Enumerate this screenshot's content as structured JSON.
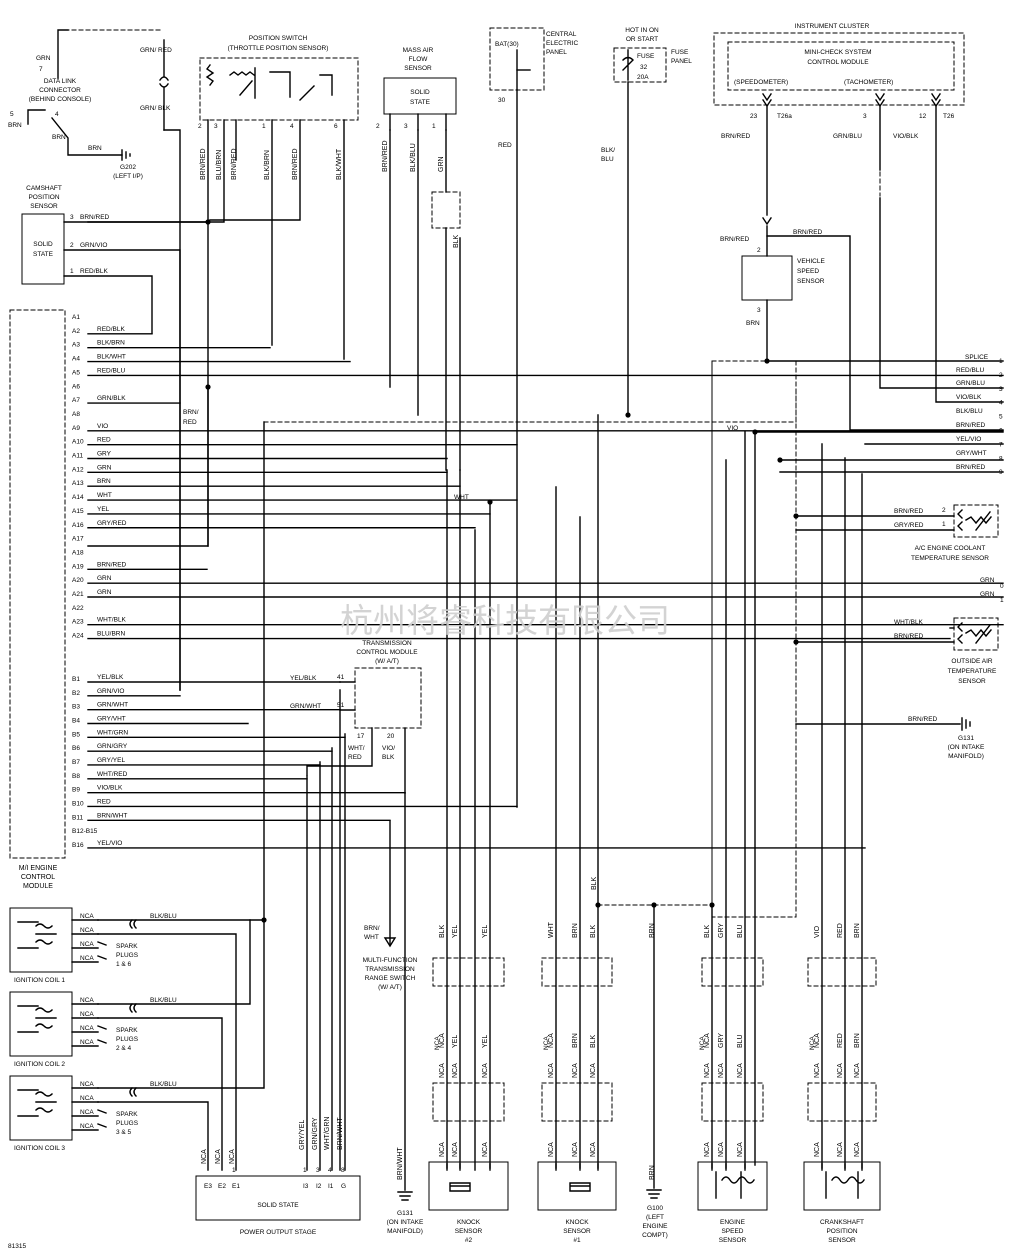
{
  "watermark": "杭州将睿科技有限公司",
  "footer_code": "81315",
  "data_link": {
    "title": "DATA LINK CONNECTOR (BEHIND CONSOLE)",
    "pin7": "7",
    "pin5": "5",
    "pin4": "4",
    "grn": "GRN",
    "brn1": "BRN",
    "brn2": "BRN",
    "brn3": "BRN",
    "ground": "G202 (LEFT I/P)"
  },
  "throttle": {
    "title1": "CLOSED THROTTLE",
    "title2": "POSITION SWITCH",
    "title3": "(THROTTLE POSITION SENSOR)",
    "pins": [
      "2",
      "3",
      "1",
      "4",
      "6"
    ],
    "wires": [
      "BRN/RED",
      "BLU/BRN",
      "BLK/BRN",
      "BRN/RED",
      "BLK/WHT"
    ],
    "extra": "BRN/RED",
    "grn_red": "GRN/ RED",
    "grn_blk": "GRN/ BLK"
  },
  "maf": {
    "title": "MASS AIR FLOW SENSOR",
    "box": "SOLID STATE",
    "pins": [
      "2",
      "3",
      "1"
    ],
    "wires": [
      "BRN/RED",
      "BLK/BLU",
      "GRN"
    ],
    "blk": "BLK"
  },
  "cep": {
    "title": "CENTRAL ELECTRIC PANEL",
    "box": "BAT(30)",
    "pin": "30",
    "wire": "RED"
  },
  "fuse": {
    "title": "HOT IN ON OR START",
    "box1": "FUSE",
    "box2": "32",
    "box3": "20A",
    "panel": "FUSE PANEL",
    "wire": "BLK/ BLU"
  },
  "cluster": {
    "title": "INSTRUMENT CLUSTER",
    "module": "MINI-CHECK SYSTEM CONTROL MODULE",
    "speedo": "(SPEEDOMETER)",
    "tacho": "(TACHOMETER)",
    "pins": [
      "23",
      "3",
      "12"
    ],
    "conn1": "T26a",
    "conn2": "T26",
    "wires": [
      "BRN/RED",
      "GRN/BLU",
      "VIO/BLK"
    ]
  },
  "vss": {
    "title": "VEHICLE SPEED SENSOR",
    "pin2": "2",
    "pin3": "3",
    "w1": "BRN/RED",
    "w2": "BRN/RED",
    "w3": "BRN"
  },
  "cam": {
    "title": "CAMSHAFT POSITION SENSOR",
    "box": "SOLID STATE",
    "pins": [
      "3",
      "2",
      "1"
    ],
    "wires": [
      "BRN/RED",
      "GRN/VIO",
      "RED/BLK"
    ]
  },
  "ecm": {
    "title": "M/I ENGINE CONTROL MODULE",
    "pinsA": [
      "A1",
      "A2",
      "A3",
      "A4",
      "A5",
      "A6",
      "A7",
      "A8",
      "A9",
      "A10",
      "A11",
      "A12",
      "A13",
      "A14",
      "A15",
      "A16",
      "A17",
      "A18",
      "A19",
      "A20",
      "A21",
      "A22",
      "A23",
      "A24"
    ],
    "wiresA": [
      "",
      "RED/BLK",
      "BLK/BRN",
      "BLK/WHT",
      "RED/BLU",
      "",
      "GRN/BLK",
      "",
      "VIO",
      "RED",
      "GRY",
      "GRN",
      "BRN",
      "WHT",
      "YEL",
      "GRY/RED",
      "",
      "",
      "BRN/RED",
      "GRN",
      "GRN",
      "",
      "WHT/BLK",
      "BLU/BRN"
    ],
    "pinsB": [
      "B1",
      "B2",
      "B3",
      "B4",
      "B5",
      "B6",
      "B7",
      "B8",
      "B9",
      "B10",
      "B11",
      "B12-B15",
      "B16"
    ],
    "wiresB": [
      "YEL/BLK",
      "GRN/VIO",
      "GRN/WHT",
      "GRY/VHT",
      "WHT/GRN",
      "GRN/GRY",
      "GRY/YEL",
      "WHT/RED",
      "VIO/BLK",
      "RED",
      "BRN/WHT",
      "",
      "YEL/VIO"
    ],
    "brnred": "BRN/ RED"
  },
  "splice": {
    "title": "SPLICE",
    "labels": [
      "RED/BLU",
      "GRN/BLU",
      "VIO/BLK",
      "BLK/BLU",
      "BRN/RED",
      "YEL/VIO",
      "GRY/WHT",
      "BRN/RED"
    ],
    "nums": [
      "1",
      "2",
      "3",
      "4",
      "5",
      "6",
      "7",
      "8",
      "9"
    ],
    "vio": "VIO",
    "wht": "WHT"
  },
  "ac_temp": {
    "title": "A/C ENGINE COOLANT TEMPERATURE SENSOR",
    "w1": "BRN/RED",
    "w2": "GRY/RED",
    "p1": "2",
    "p2": "1"
  },
  "right_grn": {
    "w1": "GRN",
    "w2": "GRN",
    "n1": "0",
    "n2": "1"
  },
  "air_temp": {
    "title": "OUTSIDE AIR TEMPERATURE SENSOR",
    "w1": "WHT/BLK",
    "w2": "BRN/RED"
  },
  "g131_right": {
    "label": "G131 (ON INTAKE MANIFOLD)",
    "wire": "BRN/RED"
  },
  "tcm": {
    "title": "TRANSMISSION CONTROL MODULE (W/ A/T)",
    "p41": "41",
    "p51": "51",
    "p17": "17",
    "p20": "20",
    "w41": "YEL/BLK",
    "w51": "GRN/WHT",
    "w17": "WHT/ RED",
    "w20": "VIO/ BLK"
  },
  "mfs": {
    "title": "MULTI-FUNCTION TRANSMISSION RANGE SWITCH (W/ A/T)",
    "wire": "BRN/ WHT"
  },
  "coils": [
    {
      "name": "IGNITION COIL 1",
      "plugs": "SPARK PLUGS 1 & 6",
      "wire": "BLK/BLU"
    },
    {
      "name": "IGNITION COIL 2",
      "plugs": "SPARK PLUGS 2 & 4",
      "wire": "BLK/BLU"
    },
    {
      "name": "IGNITION COIL 3",
      "plugs": "SPARK PLUGS 3 & 5",
      "wire": "BLK/BLU"
    }
  ],
  "nca": "NCA",
  "pos": {
    "title": "POWER OUTPUT STAGE",
    "box": "SOLID STATE",
    "pins": [
      "E3",
      "E2",
      "E1",
      "I3",
      "I2",
      "I1",
      "G"
    ],
    "wires": [
      "GRY/YEL",
      "GRN/GRY",
      "WHT/GRN",
      "BRN/WHT"
    ],
    "nums": [
      "1",
      "3",
      "4",
      "8"
    ]
  },
  "g131_bot": {
    "label": "G131 (ON INTAKE MANIFOLD)",
    "wire": "BRN/WHT"
  },
  "g100": {
    "label": "G100 (LEFT ENGINE COMPT)",
    "wire": "BRN"
  },
  "knock2": {
    "title": "KNOCK SENSOR #2",
    "wires": [
      "BLK",
      "YEL",
      "YEL"
    ]
  },
  "knock1": {
    "title": "KNOCK SENSOR #1",
    "wires": [
      "WHT",
      "BRN",
      "BLK"
    ]
  },
  "ess": {
    "title": "ENGINE SPEED SENSOR",
    "wires": [
      "BLK",
      "GRY",
      "BLU"
    ]
  },
  "cps": {
    "title": "CRANKSHAFT POSITION SENSOR",
    "wires": [
      "VIO",
      "RED",
      "BRN"
    ]
  },
  "blk_vert": "BLK"
}
